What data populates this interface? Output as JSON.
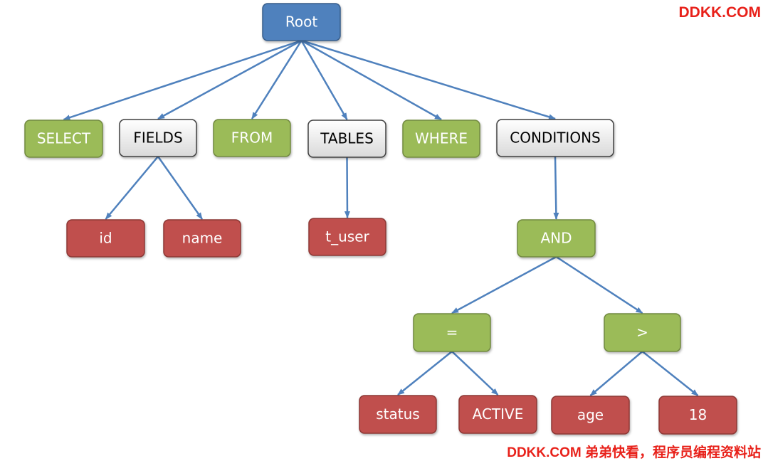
{
  "watermark": {
    "top": "DDKK.COM",
    "bottom": "DDKK.COM 弟弟快看，程序员编程资料站"
  },
  "colors": {
    "blue_fill": "#4f81bd",
    "blue_stroke": "#385d8a",
    "green_fill": "#9bbb59",
    "green_stroke": "#71893f",
    "red_fill": "#c0504d",
    "red_stroke": "#8c3836",
    "gray_fill": "#eeeeee",
    "gray_stroke": "#404040",
    "edge": "#4f81bd",
    "watermark": "#e8211a"
  },
  "tree": {
    "nodes": [
      {
        "id": "root",
        "label": "Root",
        "style": "blue"
      },
      {
        "id": "select",
        "label": "SELECT",
        "style": "green"
      },
      {
        "id": "fields",
        "label": "FIELDS",
        "style": "gray"
      },
      {
        "id": "from",
        "label": "FROM",
        "style": "green"
      },
      {
        "id": "tables",
        "label": "TABLES",
        "style": "gray"
      },
      {
        "id": "where",
        "label": "WHERE",
        "style": "green"
      },
      {
        "id": "conditions",
        "label": "CONDITIONS",
        "style": "gray"
      },
      {
        "id": "id",
        "label": "id",
        "style": "red"
      },
      {
        "id": "name",
        "label": "name",
        "style": "red"
      },
      {
        "id": "t_user",
        "label": "t_user",
        "style": "red"
      },
      {
        "id": "and",
        "label": "AND",
        "style": "green"
      },
      {
        "id": "eq",
        "label": "=",
        "style": "green"
      },
      {
        "id": "gt",
        "label": ">",
        "style": "green"
      },
      {
        "id": "status",
        "label": "status",
        "style": "red"
      },
      {
        "id": "active",
        "label": "ACTIVE",
        "style": "red"
      },
      {
        "id": "age",
        "label": "age",
        "style": "red"
      },
      {
        "id": "n18",
        "label": "18",
        "style": "red"
      }
    ],
    "edges": [
      [
        "root",
        "select"
      ],
      [
        "root",
        "fields"
      ],
      [
        "root",
        "from"
      ],
      [
        "root",
        "tables"
      ],
      [
        "root",
        "where"
      ],
      [
        "root",
        "conditions"
      ],
      [
        "fields",
        "id"
      ],
      [
        "fields",
        "name"
      ],
      [
        "tables",
        "t_user"
      ],
      [
        "conditions",
        "and"
      ],
      [
        "and",
        "eq"
      ],
      [
        "and",
        "gt"
      ],
      [
        "eq",
        "status"
      ],
      [
        "eq",
        "active"
      ],
      [
        "gt",
        "age"
      ],
      [
        "gt",
        "n18"
      ]
    ]
  }
}
